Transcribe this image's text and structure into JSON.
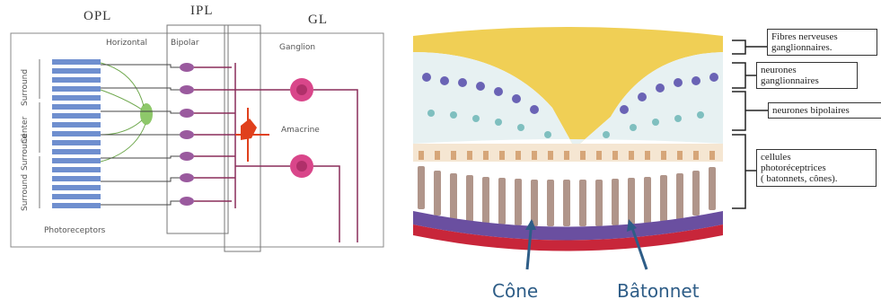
{
  "left_diagram": {
    "headers": {
      "opl": "OPL",
      "ipl": "IPL",
      "gl": "GL"
    },
    "labels": {
      "horizontal": "Horizontal",
      "bipolar": "Bipolar",
      "ganglion": "Ganglion",
      "amacrine": "Amacrine",
      "photoreceptors": "Photoreceptors",
      "surround_top": "Surround",
      "center": "Center",
      "surround_mid": "Surround",
      "surround_bottom": "Surround"
    },
    "colors": {
      "photoreceptor": "#6f8fcf",
      "horizontal": "#8ec86a",
      "bipolar": "#9a5a9e",
      "ganglion": "#d9468a",
      "amacrine": "#e0401c",
      "axon": "#8a2d5a"
    }
  },
  "right_diagram": {
    "labels": [
      {
        "id": "fibres",
        "text_lines": [
          "Fibres nerveuses",
          "ganglionnaires."
        ]
      },
      {
        "id": "neurones_gang",
        "text_lines": [
          "neurones",
          "ganglionnaires"
        ]
      },
      {
        "id": "bipolaires",
        "text_lines": [
          "neurones bipolaires"
        ]
      },
      {
        "id": "photorecepteurs",
        "text_lines": [
          "cellules",
          "photoréceptrices",
          "( batonnets, cônes)."
        ]
      }
    ],
    "pointers": {
      "cone": "Cône",
      "batonnet": "Bâtonnet"
    },
    "colors": {
      "fibre_layer": "#f0cf55",
      "ganglion_cells": "#6a63b5",
      "bipolar_cells": "#7fbfbf",
      "photoreceptor_bodies": "#d6a679",
      "rods": "#b0958a",
      "pigment_layer": "#6a4fa0",
      "choroid": "#c8263a",
      "pointer_text": "#2e5d87"
    }
  }
}
